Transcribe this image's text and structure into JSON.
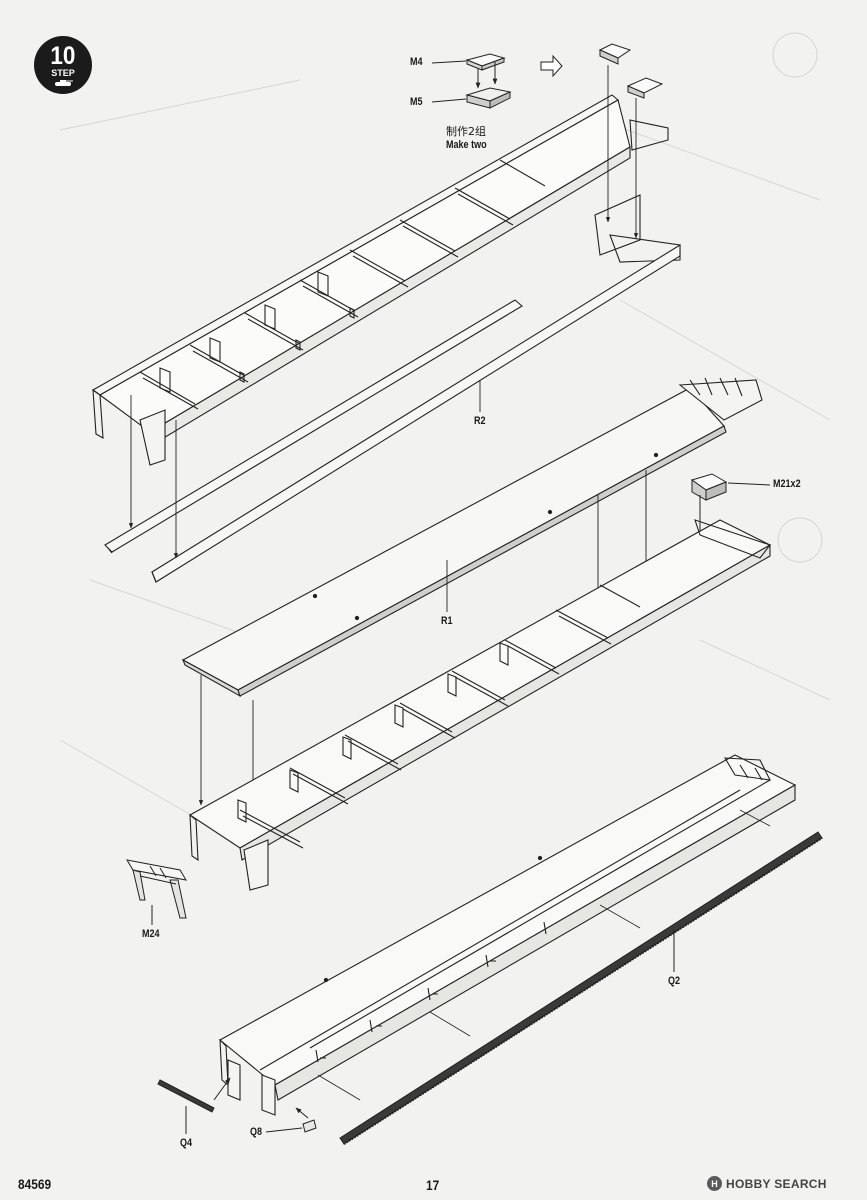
{
  "step": {
    "number": "10",
    "label": "STEP"
  },
  "instruction": {
    "cn": "制作2组",
    "en": "Make two"
  },
  "parts": {
    "m4": "M4",
    "m5": "M5",
    "r2": "R2",
    "m21": "M21x2",
    "r1": "R1",
    "m24": "M24",
    "q2": "Q2",
    "q4": "Q4",
    "q8": "Q8"
  },
  "footer": {
    "code": "84569",
    "page": "17",
    "watermark": {
      "logo": "H",
      "text": "HOBBY SEARCH"
    }
  }
}
